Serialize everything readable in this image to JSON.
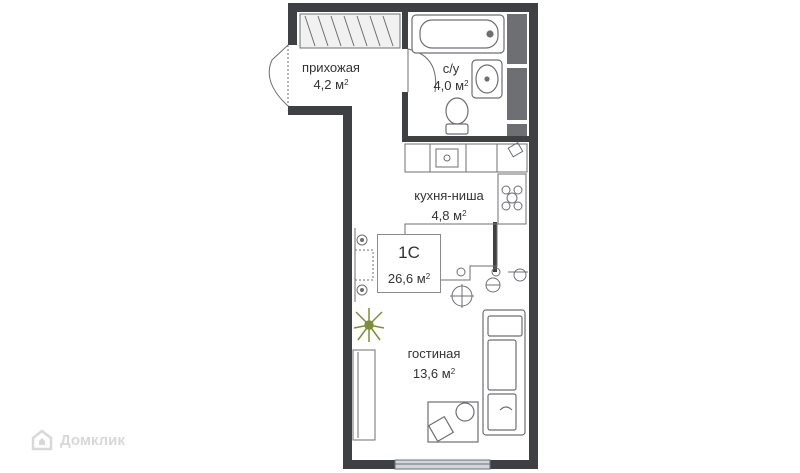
{
  "rooms": {
    "hallway": {
      "name": "прихожая",
      "area": "4,2 м",
      "unit_power": "2"
    },
    "bathroom": {
      "name": "с/у",
      "area": "4,0 м",
      "unit_power": "2"
    },
    "kitchen": {
      "name": "кухня-ниша",
      "area": "4,8 м",
      "unit_power": "2"
    },
    "living": {
      "name": "гостиная",
      "area": "13,6 м",
      "unit_power": "2"
    }
  },
  "apartment": {
    "code": "1С",
    "area": "26,6 м",
    "unit_power": "2"
  },
  "watermark": {
    "text": "Домклик"
  },
  "colors": {
    "wall": "#3f4044",
    "fixture": "#6d6f73",
    "window": "#cfd6dc",
    "plant": "#7b8f3a"
  }
}
